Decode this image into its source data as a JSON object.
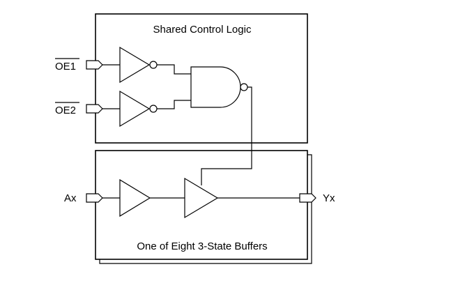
{
  "diagram": {
    "control_block_title": "Shared Control Logic",
    "buffer_block_title": "One of Eight 3-State Buffers",
    "inputs": {
      "oe1": "OE1",
      "oe2": "OE2",
      "ax": "Ax"
    },
    "outputs": {
      "yx": "Yx"
    }
  }
}
